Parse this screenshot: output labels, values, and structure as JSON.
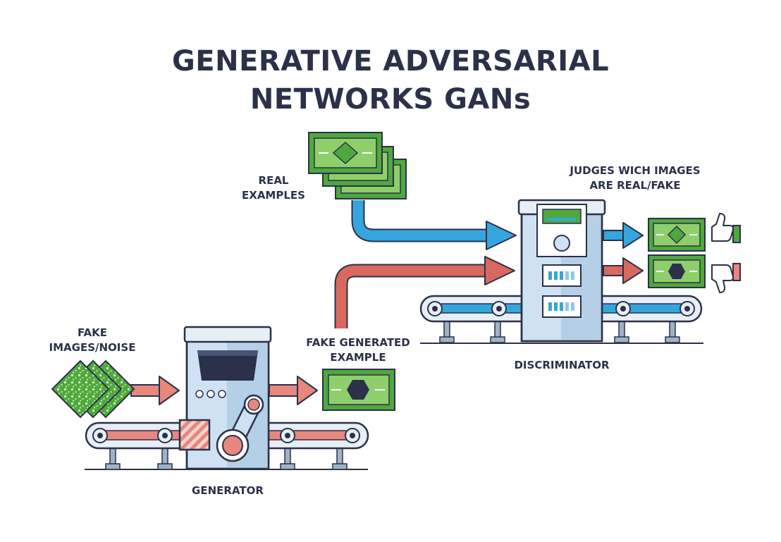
{
  "title": {
    "line1": "GENERATIVE ADVERSARIAL",
    "line2": "NETWORKS GANs"
  },
  "labels": {
    "real_examples": [
      "REAL",
      "EXAMPLES"
    ],
    "judges": [
      "JUDGES WICH IMAGES",
      "ARE REAL/FAKE"
    ],
    "fake_noise": [
      "FAKE",
      "IMAGES/NOISE"
    ],
    "fake_generated": [
      "FAKE GENERATED",
      "EXAMPLE"
    ],
    "discriminator": "DISCRIMINATOR",
    "generator": "GENERATOR"
  },
  "colors": {
    "outline": "#2b3149",
    "real_flow": "#35a6dd",
    "fake_flow": "#d9695f",
    "banknote": "#4fa83d",
    "banknote_light": "#8fcf6b",
    "machine_body": "#cfe2f3",
    "belt_real": "#35a6dd",
    "belt_fake": "#e7877e"
  },
  "icons": {
    "approve": "thumbs-up-icon",
    "reject": "thumbs-down-icon"
  }
}
